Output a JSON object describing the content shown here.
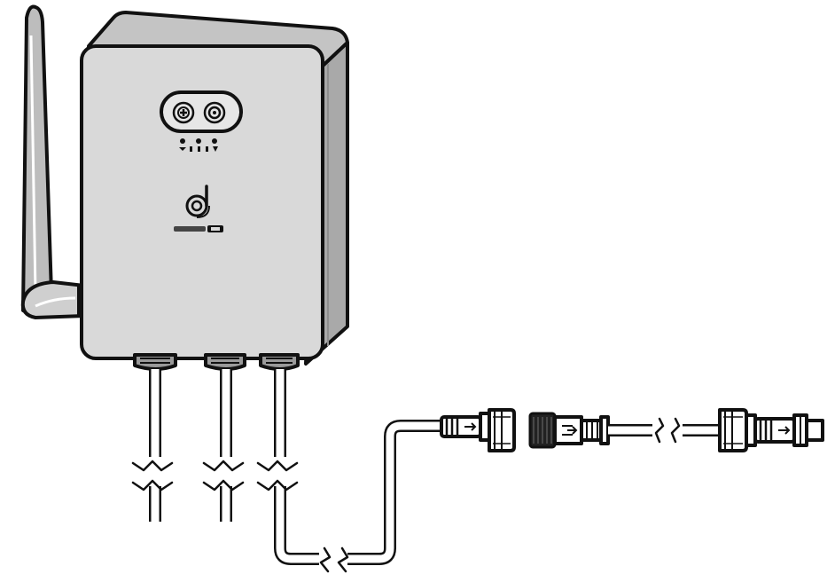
{
  "diagram": {
    "device_logo_text": "",
    "colors": {
      "outline": "#111111",
      "housing_front": "#d9d9d9",
      "housing_side": "#a9a9a9",
      "housing_top": "#c4c4c4",
      "connector_dark": "#222222",
      "background": "#ffffff"
    },
    "icons": [
      "antenna",
      "control-box",
      "button-plus",
      "button-circle",
      "status-leds",
      "brand-logo",
      "cable-gland",
      "cable-break",
      "connector"
    ]
  }
}
